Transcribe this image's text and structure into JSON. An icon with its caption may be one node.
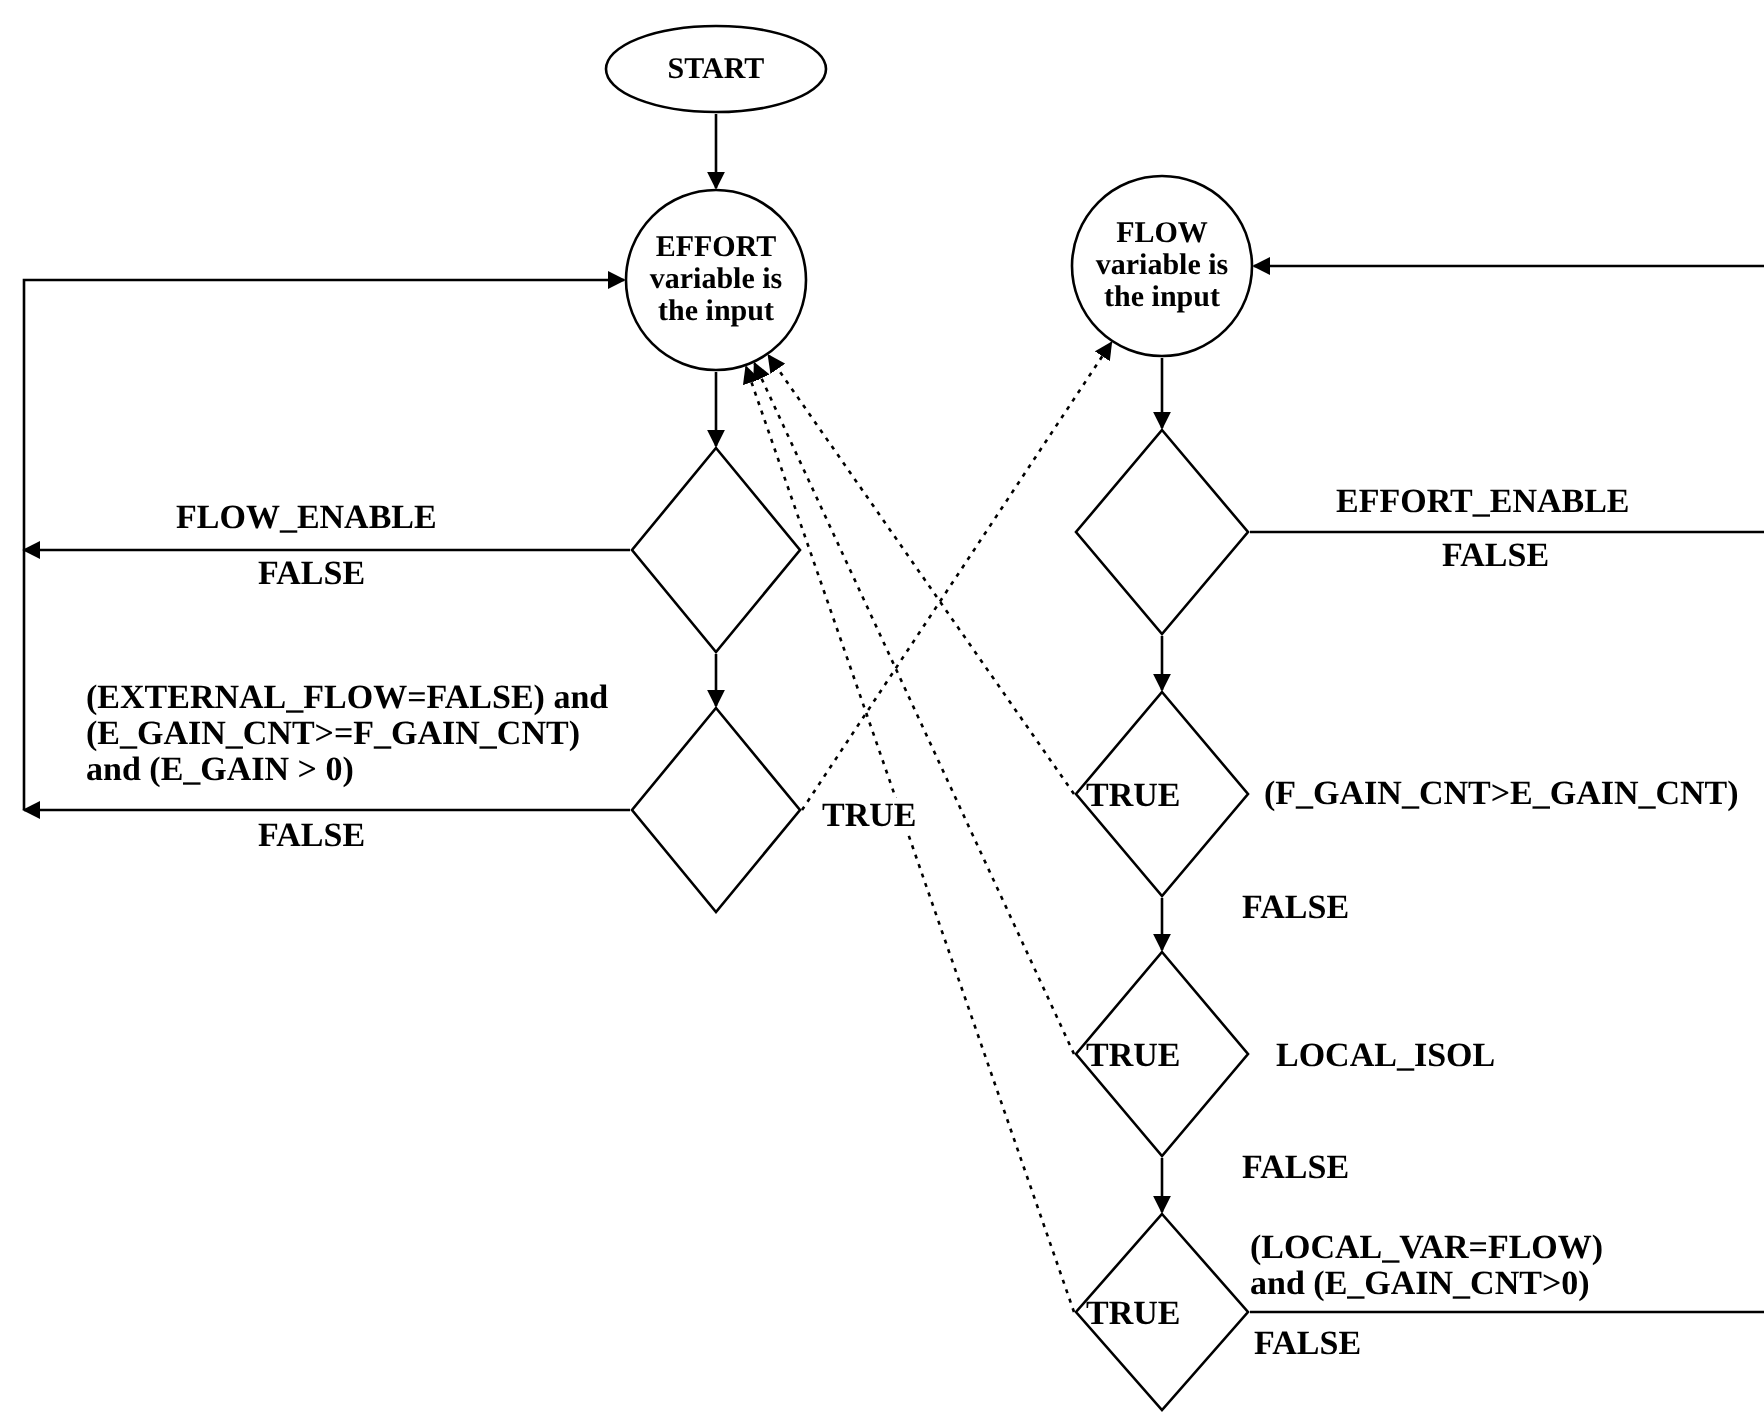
{
  "diagram": {
    "nodes": [
      {
        "text": [
          "START"
        ]
      },
      {
        "text": [
          "EFFORT variable is the input"
        ]
      },
      {
        "text": [],
        "shape": "diamond"
      },
      {
        "text": [],
        "shape": "diamond"
      },
      {
        "text": [
          "FLOW variable is the input"
        ]
      },
      {
        "text": [],
        "shape": "diamond"
      },
      {
        "text": [
          "TRUE"
        ],
        "beside": [
          "(F_GAIN_CNT>E_GAIN_CNT)"
        ]
      },
      {
        "text": [
          "TRUE"
        ],
        "beside": [
          "LOCAL_ISOL"
        ]
      },
      {
        "text": [
          "TRUE"
        ],
        "beside": [
          "(LOCAL_VAR=FLOW) and (E_GAIN_CNT>0)"
        ]
      }
    ],
    "edges": [
      {
        "from": 0,
        "to": 1,
        "arrow": "to"
      },
      {
        "from": 1,
        "to": 2,
        "arrow": "to"
      },
      {
        "from": 2,
        "to": 3,
        "arrow": "to"
      },
      {
        "from": 2,
        "to": null,
        "arrow": "to",
        "label": "FALSE"
      },
      {
        "from": 3,
        "to": null,
        "arrow": "to",
        "label": "FALSE"
      },
      {
        "from": null,
        "to": 1,
        "arrow": "to"
      },
      {
        "from": 3,
        "to": 4,
        "arrow": "to",
        "label": "TRUE",
        "style": "dashed"
      },
      {
        "from": 4,
        "to": 5,
        "arrow": "to"
      },
      {
        "from": 5,
        "to": null,
        "arrow": "none",
        "label": "FALSE"
      },
      {
        "from": null,
        "to": 4,
        "arrow": "to"
      },
      {
        "from": 5,
        "to": 6,
        "arrow": "to"
      },
      {
        "from": 6,
        "to": 7,
        "arrow": "to",
        "label": "FALSE"
      },
      {
        "from": 7,
        "to": 8,
        "arrow": "to",
        "label": "FALSE"
      },
      {
        "from": 6,
        "to": 1,
        "arrow": "to",
        "style": "dashed"
      },
      {
        "from": 7,
        "to": 1,
        "arrow": "to",
        "style": "dashed"
      },
      {
        "from": 8,
        "to": 1,
        "arrow": "to",
        "style": "dashed"
      },
      {
        "from": 8,
        "to": null,
        "arrow": "none",
        "label": "FALSE"
      }
    ],
    "labels": [
      "FLOW_ENABLE",
      "EFFORT_ENABLE",
      "(EXTERNAL_FLOW=FALSE) and (E_GAIN_CNT>=F_GAIN_CNT) and (E_GAIN > 0)"
    ]
  }
}
